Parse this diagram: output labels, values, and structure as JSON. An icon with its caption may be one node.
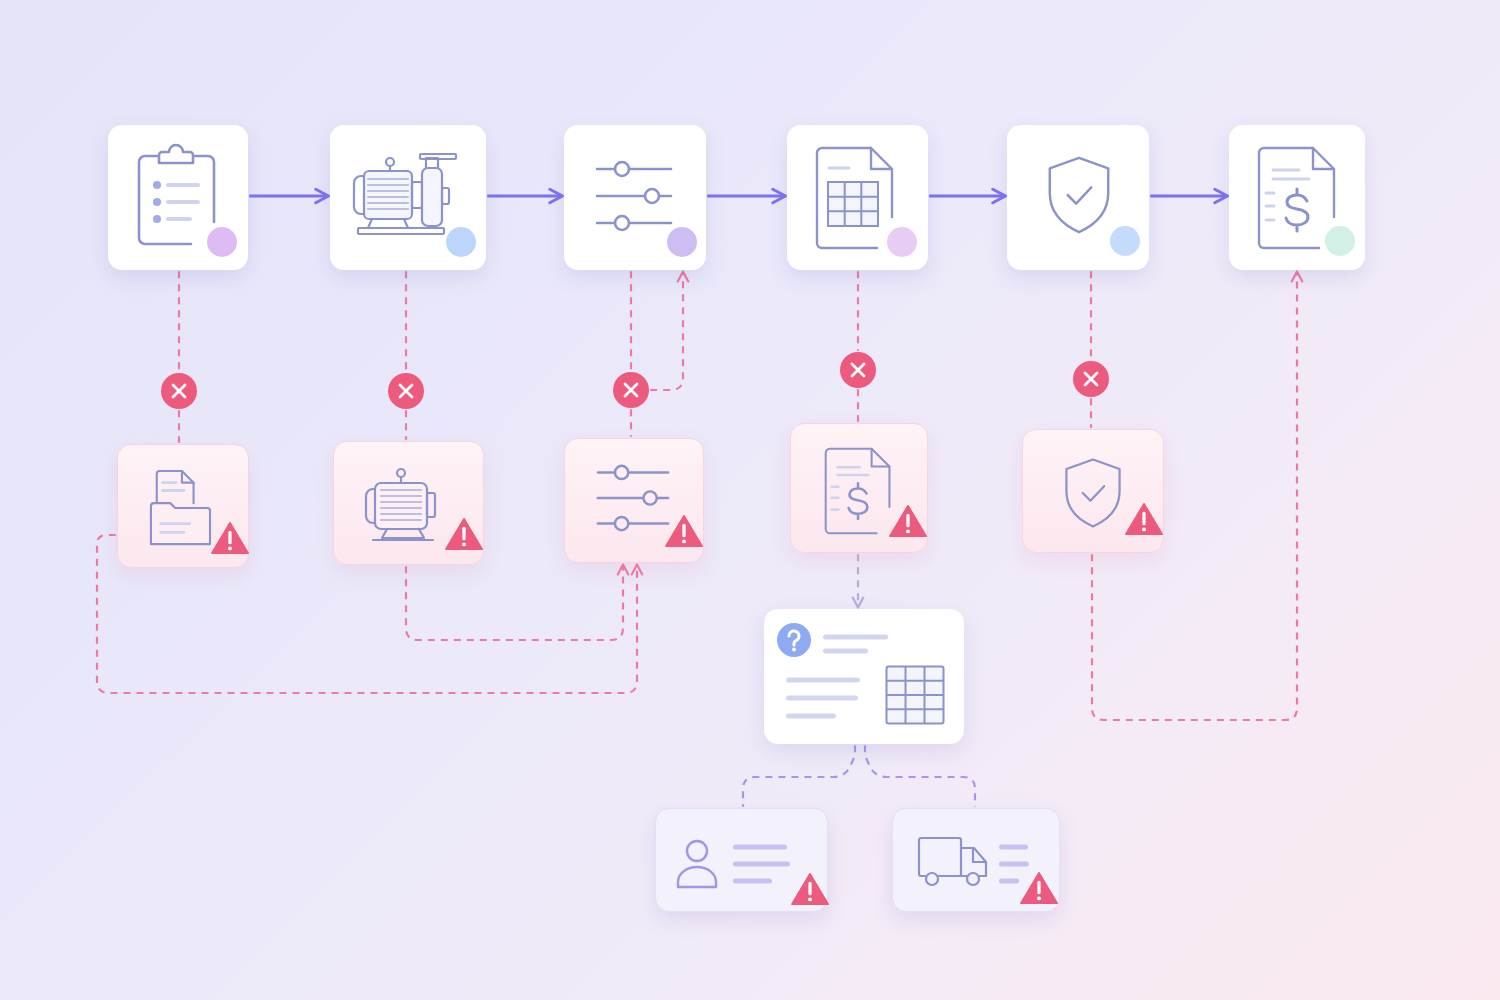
{
  "diagram": {
    "nodes": [
      {
        "text": [],
        "shape": "box"
      },
      {
        "text": [],
        "shape": "box"
      },
      {
        "text": [],
        "shape": "box"
      },
      {
        "text": [],
        "shape": "box"
      },
      {
        "text": [],
        "shape": "box"
      },
      {
        "text": [],
        "shape": "box"
      },
      {
        "text": [],
        "shape": "circle"
      },
      {
        "text": [],
        "shape": "circle"
      },
      {
        "text": [],
        "shape": "circle"
      },
      {
        "text": [],
        "shape": "circle"
      },
      {
        "text": [],
        "shape": "circle"
      },
      {
        "text": [],
        "shape": "box"
      },
      {
        "text": [],
        "shape": "box"
      },
      {
        "text": [],
        "shape": "box"
      },
      {
        "text": [],
        "shape": "box"
      },
      {
        "text": [],
        "shape": "box"
      },
      {
        "text": [],
        "shape": "box"
      },
      {
        "text": [],
        "shape": "box"
      },
      {
        "text": [],
        "shape": "box"
      }
    ],
    "edges": [
      {
        "from": 0,
        "to": 1,
        "arrow": "to",
        "color": "#7d72ee"
      },
      {
        "from": 1,
        "to": 2,
        "arrow": "to",
        "color": "#7d72ee"
      },
      {
        "from": 2,
        "to": 3,
        "arrow": "to",
        "color": "#7d72ee"
      },
      {
        "from": 3,
        "to": 4,
        "arrow": "to",
        "color": "#7d72ee"
      },
      {
        "from": 4,
        "to": 5,
        "arrow": "to",
        "color": "#7d72ee"
      },
      {
        "from": 0,
        "to": 6,
        "arrow": "none",
        "style": "dashed"
      },
      {
        "from": 6,
        "to": 11,
        "arrow": "none",
        "style": "dashed"
      },
      {
        "from": 1,
        "to": 7,
        "arrow": "none",
        "style": "dashed"
      },
      {
        "from": 7,
        "to": 12,
        "arrow": "none",
        "style": "dashed"
      },
      {
        "from": 2,
        "to": 8,
        "arrow": "none",
        "style": "dashed"
      },
      {
        "from": 8,
        "to": 13,
        "arrow": "none",
        "style": "dashed"
      },
      {
        "from": 8,
        "to": 2,
        "arrow": "to",
        "style": "dashed"
      },
      {
        "from": 3,
        "to": 9,
        "arrow": "none",
        "style": "dashed"
      },
      {
        "from": 9,
        "to": 14,
        "arrow": "none",
        "style": "dashed"
      },
      {
        "from": 4,
        "to": 10,
        "arrow": "none",
        "style": "dashed"
      },
      {
        "from": 10,
        "to": 15,
        "arrow": "none",
        "style": "dashed"
      },
      {
        "from": 11,
        "to": 13,
        "arrow": "to",
        "style": "dashed"
      },
      {
        "from": 12,
        "to": 13,
        "arrow": "to",
        "style": "dashed"
      },
      {
        "from": 14,
        "to": 16,
        "arrow": "to",
        "style": "dashed",
        "color": "#b9abd9"
      },
      {
        "from": 16,
        "to": 17,
        "arrow": "none",
        "style": "dashed",
        "color": "#a597e8"
      },
      {
        "from": 16,
        "to": 18,
        "arrow": "none",
        "style": "dashed",
        "color": "#a597e8"
      },
      {
        "from": 15,
        "to": 5,
        "arrow": "to",
        "style": "dashed"
      }
    ]
  }
}
